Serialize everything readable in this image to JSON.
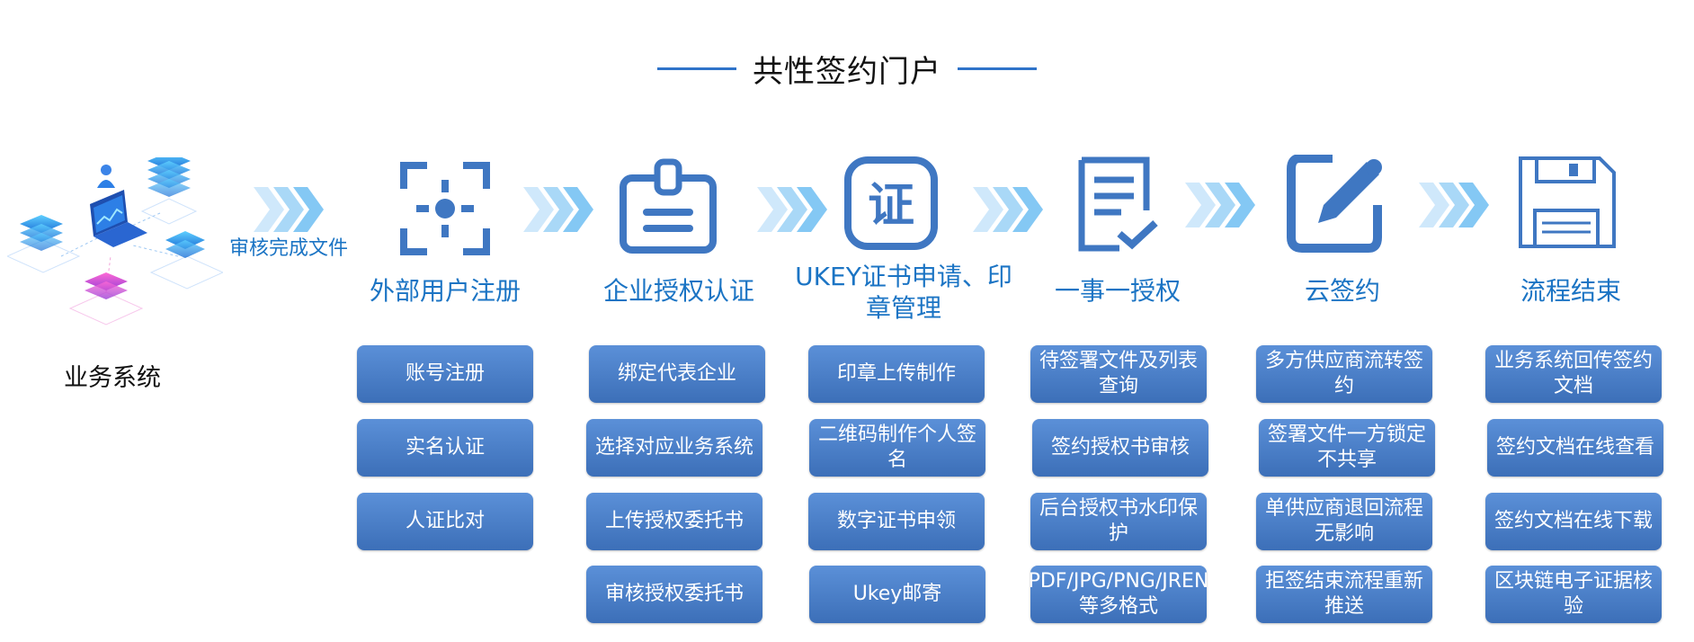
{
  "title": "共性签约门户",
  "system": {
    "label": "业务系统",
    "flow_text": "审核完成文件"
  },
  "colors": {
    "accent": "#1b74c4",
    "box_top": "#5b90d8",
    "box_bottom": "#3c6fb8"
  },
  "columns": [
    {
      "title": "外部用户注册",
      "icon": "focus-target-icon",
      "items": [
        "账号注册",
        "实名认证",
        "人证比对"
      ]
    },
    {
      "title": "企业授权认证",
      "icon": "id-badge-icon",
      "items": [
        "绑定代表企业",
        "选择对应业务系统",
        "上传授权委托书",
        "审核授权委托书"
      ]
    },
    {
      "title": "UKEY证书申请、印章管理",
      "icon": "certificate-icon",
      "items": [
        "印章上传制作",
        "二维码制作个人签名",
        "数字证书申领",
        "Ukey邮寄"
      ]
    },
    {
      "title": "一事一授权",
      "icon": "document-check-icon",
      "items": [
        "待签署文件及列表查询",
        "签约授权书审核",
        "后台授权书水印保护",
        "PDF/JPG/PNG/JREN等多格式"
      ]
    },
    {
      "title": "云签约",
      "icon": "edit-icon",
      "items": [
        "多方供应商流转签约",
        "签署文件一方锁定不共享",
        "单供应商退回流程无影响",
        "拒签结束流程重新推送"
      ]
    },
    {
      "title": "流程结束",
      "icon": "save-disk-icon",
      "items": [
        "业务系统回传签约文档",
        "签约文档在线查看",
        "签约文档在线下载",
        "区块链电子证据核验"
      ]
    }
  ]
}
